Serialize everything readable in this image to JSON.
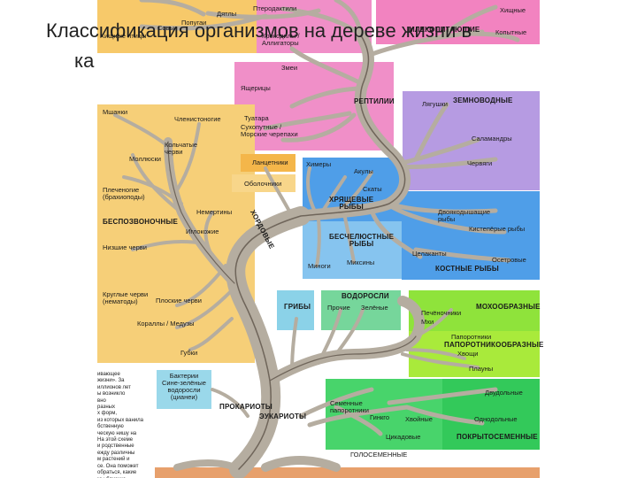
{
  "title": {
    "line1": "Классификация организмов на деревe жизни в",
    "line2": "ка"
  },
  "groups": {
    "birds": "Хищные птицы",
    "owls": "Совы",
    "parrots": "Попугаи",
    "swifts": "Дятлы",
    "pterodactyl": "Птеродактили",
    "crocodiles": "Крокодилы /\nАллигаторы",
    "snakes": "Змеи",
    "lizards": "Ящерицы",
    "tuatara": "Туатара",
    "turtles": "Сухопутные /\nМорские черепахи",
    "reptiles": "РЕПТИЛИИ",
    "predators": "Хищные",
    "mammals": "МЛЕКОПИТАЮЩИЕ",
    "ungulates": "Копытные",
    "amphibians": "ЗЕМНОВОДНЫЕ",
    "frogs": "Лягушки",
    "salamanders": "Саламандры",
    "caecilians": "Червяги",
    "lancelets": "Ланцетники",
    "tunicates": "Оболочники",
    "chimaeras": "Химеры",
    "sharks": "Акулы",
    "rays": "Скаты",
    "cartilaginous": "ХРЯЩЕВЫЕ\nРЫБЫ",
    "lungfish": "Двоякодышащие\nрыбы",
    "lobefinned": "Кистепёрые рыбы",
    "jawless": "БЕСЧЕЛЮСТНЫЕ\nРЫБЫ",
    "lampreys": "Миноги",
    "hagfish": "Миксины",
    "coelacanths": "Целаканты",
    "sturgeons": "Осетровые",
    "bony": "КОСТНЫЕ РЫБЫ",
    "chordates": "ХОРДОВЫЕ",
    "mshanki": "Мшанки",
    "arthropods": "Членистоногие",
    "annelids": "Кольчатые\nчерви",
    "molluscs": "Моллюски",
    "brachiopods": "Плеченогие\n(брахиоподы)",
    "invertebrates": "БЕСПОЗВОНОЧНЫЕ",
    "nemerteans": "Немертины",
    "echinoderms": "Иглокожие",
    "lower_worms": "Низшие черви",
    "roundworms": "Круглые черви\n(нематоды)",
    "flatworms": "Плоские черви",
    "corals": "Кораллы / Медузы",
    "sponges": "Губки",
    "fungi": "ГРИБЫ",
    "algae": "ВОДОРОСЛИ",
    "other_algae": "Прочие",
    "green_algae": "Зелёные",
    "mosses": "МОХООБРАЗНЫЕ",
    "liverworts": "Печёночники",
    "moss": "Мхи",
    "ferns": "Папоротники",
    "fern_group": "ПАПОРОТНИКООБРАЗНЫЕ",
    "horsetails": "Хвощи",
    "clubmosses": "Плауны",
    "bacteria": "Бактерии\nСине-зелёные\nводоросли\n(цианеи)",
    "prokaryotes": "ПРОКАРИОТЫ",
    "eukaryotes": "ЭУКАРИОТЫ",
    "seed_ferns": "Семенные\nпапоротники",
    "ginkgo": "Гинкго",
    "conifers": "Хвойные",
    "cycads": "Цикадовые",
    "dicots": "Двудольные",
    "monocots": "Однодольные",
    "angiosperms": "ПОКРЫТОСЕМЕННЫЕ",
    "gymnosperms": "ГОЛОСЕМЕННЫЕ"
  },
  "note": "ивающее\nжизни». За\nиллионов лет\nы возникло\nвно\nразных\nх форм,\nиз которых ванила\nбственную\nческую нишу на\nНа этой схеме\nи родственные\nежду различны\nм растений и\nсе. Она поможет\nобраться, какие\nмы близкие",
  "colors": {
    "invertebrates": "#f6cf78",
    "birds": "#f7c96a",
    "reptiles": "#f08fc8",
    "mammals": "#f283c0",
    "amphibians": "#b69be2",
    "chordates_orange": "#f4b64a",
    "fish": "#4f9ee8",
    "fish_light": "#86c4ef",
    "fungi": "#8bd2e8",
    "algae": "#76d69b",
    "mosses": "#8fe33b",
    "ferns": "#a9ea3b",
    "bacteria": "#9ad8ea",
    "seeds": "#48d46b",
    "angiosperms": "#33c95a",
    "tree_light": "#b5ada0",
    "tree_dark": "#6f655a",
    "soil": "#e7a06c"
  }
}
